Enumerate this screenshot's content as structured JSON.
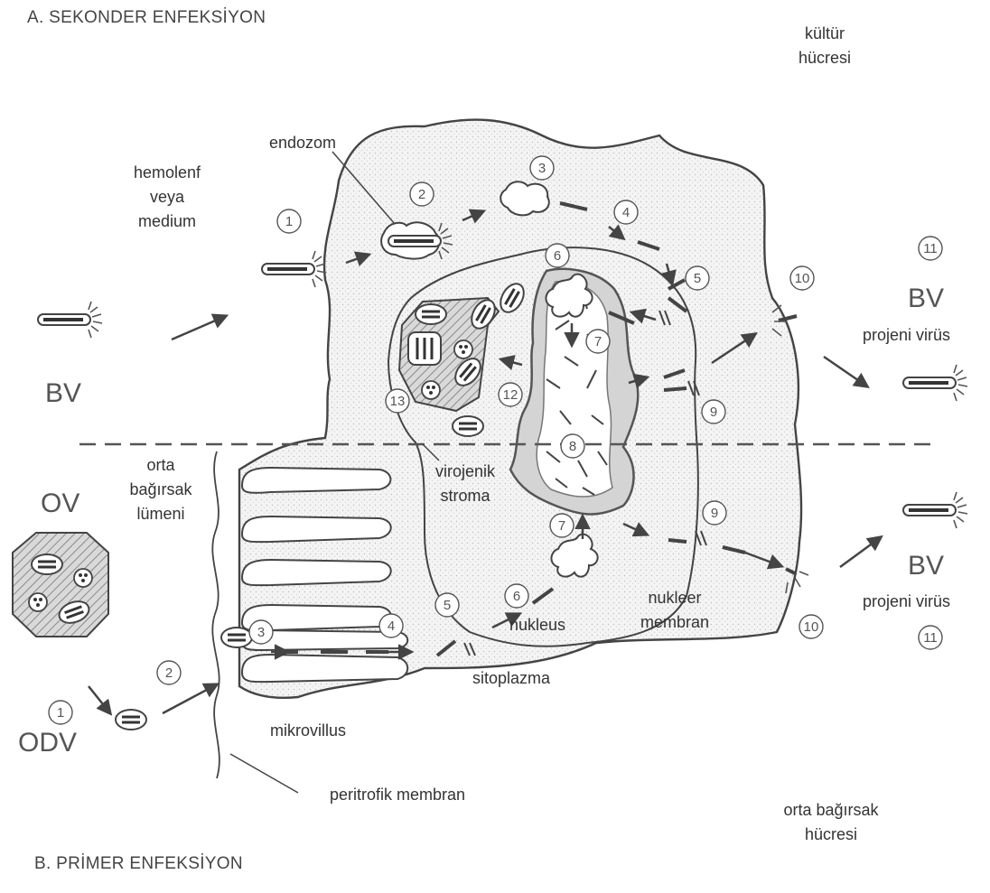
{
  "headings": {
    "secondary": "A. SEKONDER ENFEKSİYON",
    "primary": "B. PRİMER ENFEKSİYON"
  },
  "cell_labels": {
    "culture_cell_1": "kültür",
    "culture_cell_2": "hücresi",
    "midgut_cell_1": "orta bağırsak",
    "midgut_cell_2": "hücresi"
  },
  "labels": {
    "endosome": "endozom",
    "hemolymph_1": "hemolenf",
    "hemolymph_2": "veya",
    "hemolymph_3": "medium",
    "bv_left": "BV",
    "bv_top_right": "BV",
    "bv_bottom_right": "BV",
    "progeny_top": "projeni virüs",
    "progeny_bottom": "projeni virüs",
    "ov": "OV",
    "odv": "ODV",
    "lumen_1": "orta",
    "lumen_2": "bağırsak",
    "lumen_3": "lümeni",
    "virogenic_1": "virojenik",
    "virogenic_2": "stroma",
    "nucleus": "nukleus",
    "nuclear_membrane_1": "nukleer",
    "nuclear_membrane_2": "membran",
    "cytoplasm": "sitoplazma",
    "microvillus": "mikrovillus",
    "peritrophic": "peritrofik membran"
  },
  "step_numbers": {
    "a1": "1",
    "a2": "2",
    "a3": "3",
    "a4": "4",
    "a5": "5",
    "a6": "6",
    "a7": "7",
    "c8": "8",
    "a9": "9",
    "a10": "10",
    "a11": "11",
    "a12": "12",
    "a13": "13",
    "b1": "1",
    "b2": "2",
    "b3": "3",
    "b4": "4",
    "b5": "5",
    "b6": "6",
    "b7": "7",
    "b9": "9",
    "b10": "10",
    "b11": "11"
  },
  "colors": {
    "ink": "#444444",
    "stipple": "#f1f1f1",
    "hatch": "#8a8a8a",
    "background": "#ffffff"
  }
}
